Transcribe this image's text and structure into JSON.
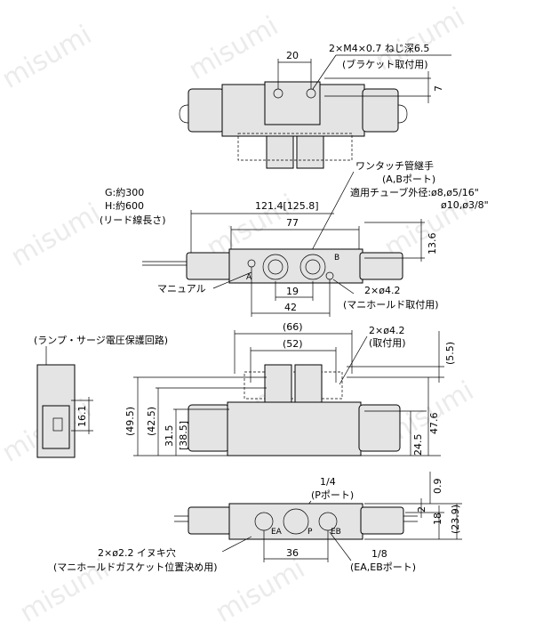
{
  "watermark": "misumi",
  "top_view": {
    "screw_note": "2×M4×0.7 ねじ深6.5",
    "screw_note_sub": "(ブラケット取付用)",
    "dim_20": "20",
    "dim_7": "7"
  },
  "plan_view": {
    "fitting_title": "ワンタッチ管継手",
    "fitting_ports": "(A,Bポート)",
    "tube_od_line1": "適用チューブ外径:ø8,ø5/16\"",
    "tube_od_line2": "ø10,ø3/8\"",
    "lead_g": "G:約300",
    "lead_h": "H:約600",
    "lead_note": "(リード線長さ)",
    "dim_overall": "121.4[125.8]",
    "dim_77": "77",
    "dim_13_6": "13.6",
    "manual_label": "マニュアル",
    "dim_19": "19",
    "dim_42": "42",
    "hole_note": "2×ø4.2",
    "hole_note_sub": "(マニホールド取付用)",
    "port_a": "A",
    "port_b": "B"
  },
  "side_view": {
    "lamp_note": "(ランプ・サージ電圧保護回路)",
    "dim_16_1": "16.1",
    "dim_66": "(66)",
    "dim_52": "(52)",
    "bracket_hole": "2×ø4.2",
    "bracket_hole_sub": "(取付用)",
    "dim_5_5": "(5.5)",
    "dim_49_5": "(49.5)",
    "dim_42_5": "(42.5)",
    "dim_31_5": "31.5",
    "dim_38_5": "[38.5]",
    "dim_47_6": "47.6",
    "dim_24_5": "24.5"
  },
  "bottom_view": {
    "p_port_size": "1/4",
    "p_port_label": "(Pポート)",
    "dim_0_9": "0.9",
    "dim_2": "2",
    "dim_18": "18",
    "dim_23_9": "(23.9)",
    "pin_note": "2×ø2.2 イヌキ穴",
    "pin_note_sub": "(マニホールドガスケット位置決め用)",
    "dim_36": "36",
    "ea_eb_size": "1/8",
    "ea_eb_label": "(EA,EBポート)",
    "port_ea": "EA",
    "port_p": "P",
    "port_eb": "EB"
  }
}
